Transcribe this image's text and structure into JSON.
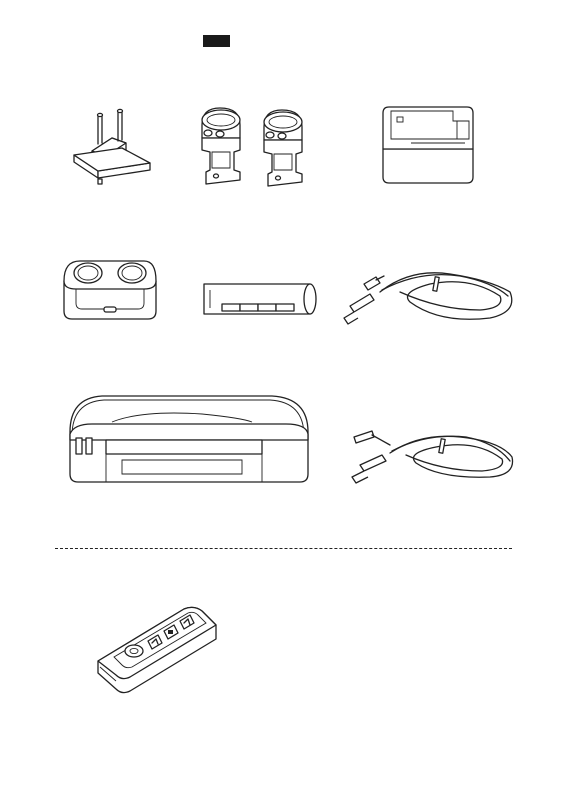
{
  "page": {
    "background": "#ffffff",
    "ink": "#222222",
    "label_box_color": "#1a1a1a"
  },
  "items": [
    {
      "id": "eu-plug-adapter",
      "icon": "eu-plug-adapter-icon"
    },
    {
      "id": "scope-rings",
      "icon": "scope-ring-mounts-icon"
    },
    {
      "id": "power-adapter",
      "icon": "power-adapter-icon"
    },
    {
      "id": "battery-charger",
      "icon": "battery-charger-icon"
    },
    {
      "id": "battery-pack",
      "icon": "battery-pack-icon"
    },
    {
      "id": "usb-cable-1",
      "icon": "usb-cable-icon"
    },
    {
      "id": "carrying-case",
      "icon": "carrying-case-icon"
    },
    {
      "id": "usb-cable-2",
      "icon": "usb-cable-icon"
    },
    {
      "id": "remote-control",
      "icon": "remote-control-icon"
    }
  ]
}
